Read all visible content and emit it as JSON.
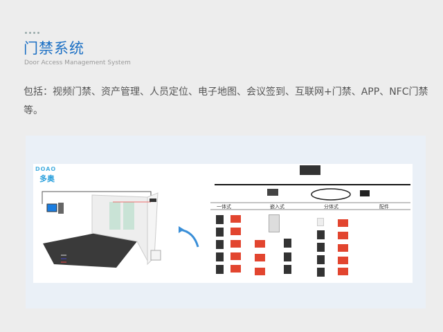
{
  "header": {
    "title": "门禁系统",
    "subtitle": "Door Access Management System"
  },
  "description": "包括：视频门禁、资产管理、人员定位、电子地图、会议签到、互联网+门禁、APP、NFC门禁等。",
  "figure": {
    "logo_text": "多奥",
    "categories": [
      "一体式",
      "嵌入式",
      "分体式",
      "配件"
    ],
    "colors": {
      "accent": "#1a6fc4",
      "floor": "#3a3a3a",
      "arrow": "#3a8fd8"
    }
  }
}
